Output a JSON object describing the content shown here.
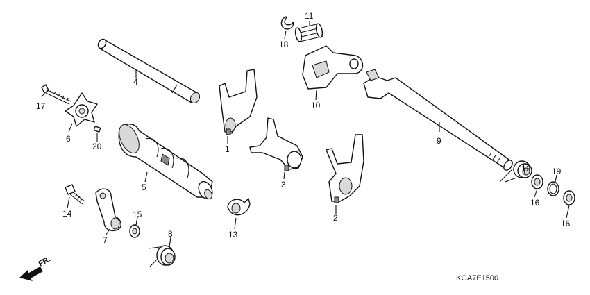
{
  "diagram": {
    "code": "KGA7E1500",
    "direction": "FR.",
    "callouts": {
      "p1": "1",
      "p2": "2",
      "p3": "3",
      "p4": "4",
      "p5": "5",
      "p6": "6",
      "p7": "7",
      "p8": "8",
      "p9": "9",
      "p10": "10",
      "p11": "11",
      "p12": "12",
      "p13": "13",
      "p14": "14",
      "p15": "15",
      "p16a": "16",
      "p16b": "16",
      "p17": "17",
      "p18": "18",
      "p19": "19",
      "p20": "20"
    }
  }
}
